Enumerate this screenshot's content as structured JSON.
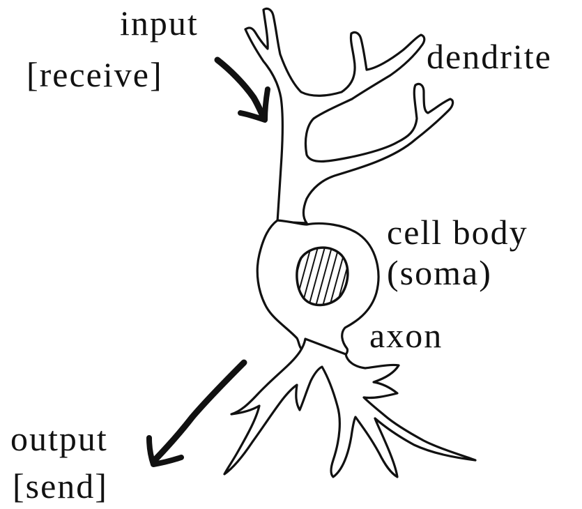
{
  "labels": {
    "input": "input",
    "receive": "[receive]",
    "dendrite": "dendrite",
    "cell_body": "cell body",
    "soma": "(soma)",
    "axon": "axon",
    "output": "output",
    "send": "[send]"
  },
  "colors": {
    "ink": "#111111",
    "background": "#ffffff"
  }
}
